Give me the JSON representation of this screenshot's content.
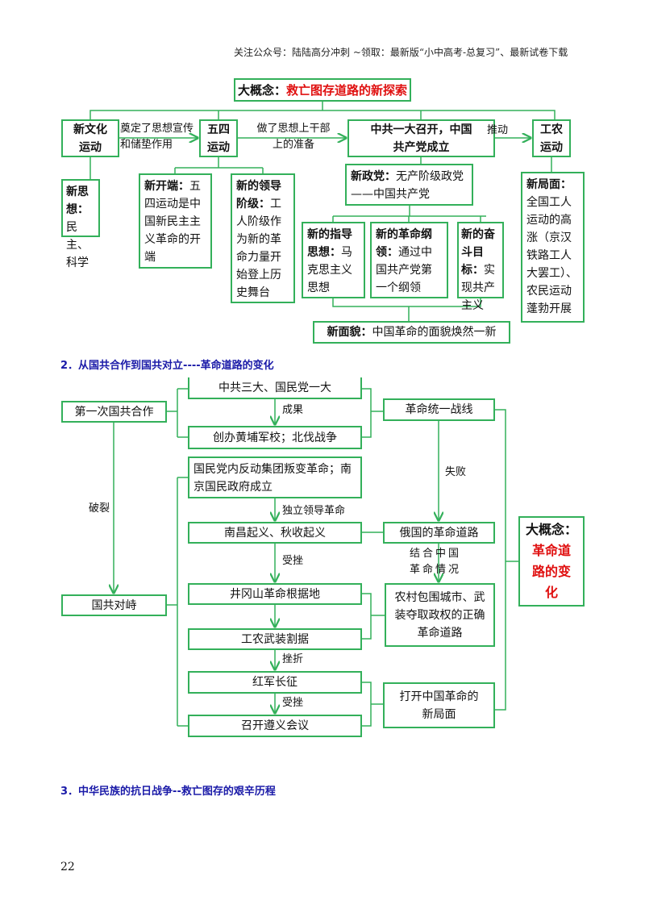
{
  "header": "关注公众号：陆陆高分冲刺 ~领取：最新版“小中高考-总复习”、最新试卷下载",
  "d1": {
    "title_prefix": "大概念：",
    "title_main": "救亡图存道路的新探索",
    "xwh": "新文化运动",
    "ws": "五四运动",
    "zg": "中共一大召开，中国共产党成立",
    "gn": "工农运动",
    "arrow1": "奠定了思想宣传和储垫作用",
    "arrow2": "做了思想上干部上的准备",
    "arrow3": "推动",
    "xsx_b": "新思想：",
    "xsx": "民主、科学",
    "xkd_b": "新开端：",
    "xkd": "五四运动是中国新民主主义革命的开端",
    "xld_b": "新的领导阶级：",
    "xld": "工人阶级作为新的革命力量开始登上历史舞台",
    "xzd_b": "新政党：",
    "xzd": "无产阶级政党——中国共产党",
    "zd_b": "新的指导思想：",
    "zd": "马克思主义思想",
    "gl_b": "新的革命纲领：",
    "gl": "通过中国共产党第一个纲领",
    "mb_b": "新的奋斗目标：",
    "mb": "实现共产主义",
    "jm_b": "新局面：",
    "jm": "全国工人运动的高涨（京汉铁路工人大罢工）、农民运动蓬勃开展",
    "mm_b": "新面貌：",
    "mm": "中国革命的面貌焕然一新"
  },
  "s2": "2．从国共合作到国共对立----革命道路的变化",
  "d2": {
    "hz": "第一次国共合作",
    "dz": "国共对峙",
    "sd": "中共三大、国民党一大",
    "hp": "创办黄埔军校；北伐战争",
    "pb": "国民党内反动集团叛变革命；南京国民政府成立",
    "nc": "南昌起义、秋收起义",
    "jgs": "井冈山革命根据地",
    "gj": "工农武装割据",
    "cz": "红军长征",
    "zy": "召开遵义会议",
    "tz": "革命统一战线",
    "eg": "俄国的革命道路",
    "nb": "农村包围城市、武装夺取政权的正确革命道路",
    "dk": "打开中国革命的新局面",
    "big_prefix": "大概念：",
    "big_main": "革命道路的变化",
    "l_cg": "成果",
    "l_dl": "独立领导革命",
    "l_sc1": "受挫",
    "l_cz": "挫折",
    "l_sc2": "受挫",
    "l_pl": "破裂",
    "l_sb": "失败",
    "l_jh": "结合中国革命情况"
  },
  "s3": "3．中华民族的抗日战争--救亡图存的艰辛历程",
  "page_number": "22",
  "colors": {
    "line": "#33b05a",
    "accent": "#e01010",
    "heading": "#1a1aa8"
  }
}
